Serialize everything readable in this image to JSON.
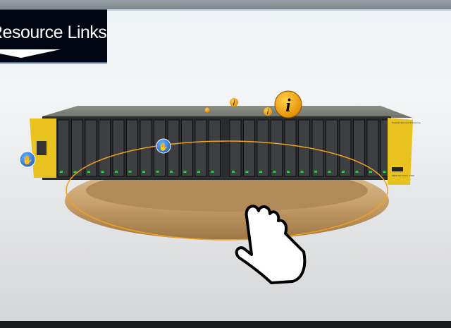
{
  "menu": {
    "resource_links_label": "Resource Links",
    "arrow_icon": "down-arrow"
  },
  "product": {
    "brand_text": "Hewlett Packard Enterprise",
    "model_text": "3PAR StoreServ 7400",
    "drive_bays": 24,
    "colors": {
      "ear": "#e8c21e",
      "chassis": "#2a2c2e",
      "tray": "#caa472",
      "outline": "#f0a020",
      "hotspot": "#2f7fd8"
    }
  },
  "hotspots": {
    "info_icons": [
      "info-icon",
      "info-icon",
      "info-icon",
      "info-icon"
    ],
    "hand_icons": [
      "hand-icon",
      "hand-icon"
    ]
  },
  "cursor": {
    "icon": "grab-hand-icon"
  }
}
